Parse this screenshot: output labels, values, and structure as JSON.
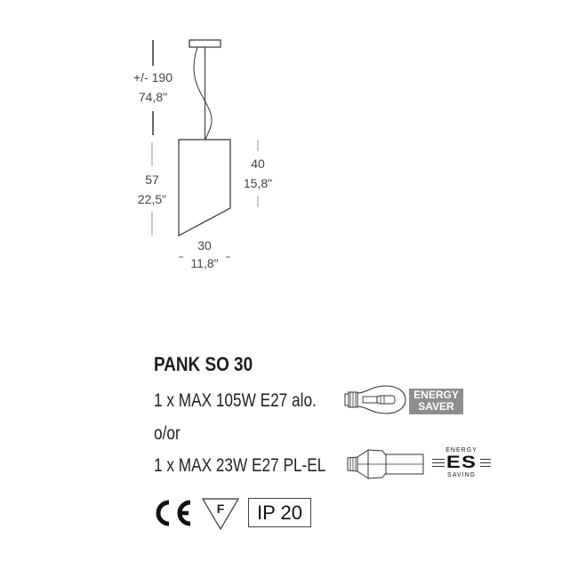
{
  "drawing": {
    "suspension_dimension": {
      "metric": "+/- 190",
      "imperial": "74,8\""
    },
    "total_height_dimension": {
      "metric": "57",
      "imperial": "22,5\""
    },
    "shade_height_dimension": {
      "metric": "40",
      "imperial": "15,8\""
    },
    "shade_width_dimension": {
      "metric": "30",
      "imperial": "11,8\""
    }
  },
  "product": {
    "title": "PANK SO 30",
    "lamp_options": [
      {
        "spec": "1 x MAX 105W E27 alo.",
        "bulb_icon": "halogen-bulb-icon",
        "badge": {
          "line1": "ENERGY",
          "line2": "SAVER",
          "color": "#8d8d8d"
        }
      },
      {
        "spec": "1 x MAX 23W E27 PL-EL",
        "bulb_icon": "pl-el-bulb-icon",
        "badge": {
          "top": "ENERGY",
          "mark": "ES",
          "bottom": "SAVING"
        }
      }
    ],
    "separator": "o/or"
  },
  "certifications": {
    "ce": "CE",
    "f_mark": "F",
    "ip_rating": "IP 20"
  }
}
